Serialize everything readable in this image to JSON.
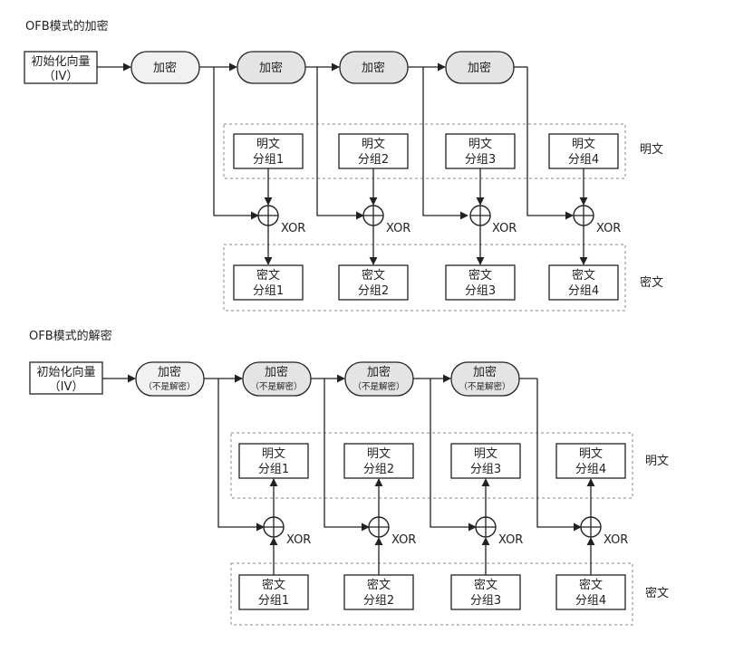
{
  "encrypt": {
    "title": "OFB模式的加密",
    "iv_line1": "初始化向量",
    "iv_line2": "（IV）",
    "cipher_label": "加密",
    "plain_side_label": "明文",
    "cipher_side_label": "密文",
    "xor_label": "XOR",
    "plain_blocks": [
      {
        "line1": "明文",
        "line2": "分组1"
      },
      {
        "line1": "明文",
        "line2": "分组2"
      },
      {
        "line1": "明文",
        "line2": "分组3"
      },
      {
        "line1": "明文",
        "line2": "分组4"
      }
    ],
    "cipher_blocks": [
      {
        "line1": "密文",
        "line2": "分组1"
      },
      {
        "line1": "密文",
        "line2": "分组2"
      },
      {
        "line1": "密文",
        "line2": "分组3"
      },
      {
        "line1": "密文",
        "line2": "分组4"
      }
    ]
  },
  "decrypt": {
    "title": "OFB模式的解密",
    "iv_line1": "初始化向量",
    "iv_line2": "（IV）",
    "cipher_label": "加密",
    "cipher_note": "（不是解密）",
    "plain_side_label": "明文",
    "cipher_side_label": "密文",
    "xor_label": "XOR",
    "plain_blocks": [
      {
        "line1": "明文",
        "line2": "分组1"
      },
      {
        "line1": "明文",
        "line2": "分组2"
      },
      {
        "line1": "明文",
        "line2": "分组3"
      },
      {
        "line1": "明文",
        "line2": "分组4"
      }
    ],
    "cipher_blocks": [
      {
        "line1": "密文",
        "line2": "分组1"
      },
      {
        "line1": "密文",
        "line2": "分组2"
      },
      {
        "line1": "密文",
        "line2": "分组3"
      },
      {
        "line1": "密文",
        "line2": "分组4"
      }
    ]
  }
}
